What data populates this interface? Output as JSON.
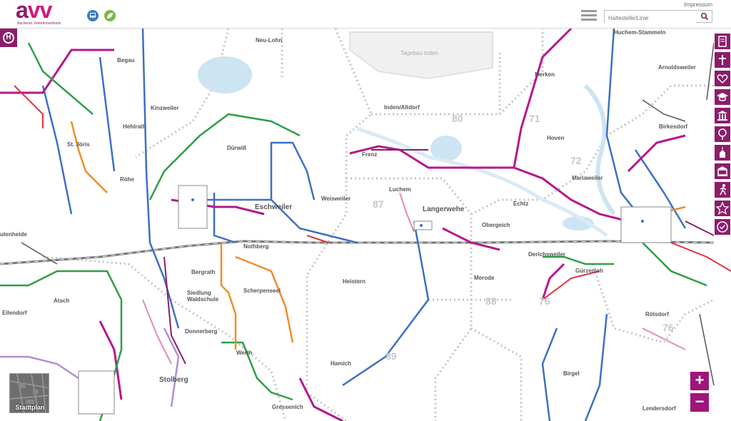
{
  "header": {
    "logo_text_a": "a",
    "logo_text_vv": "vv",
    "logo_subtitle": "Aachener Verkehrsverbund",
    "impressum": "Impressum",
    "search_placeholder": "Haltestelle/Linie"
  },
  "map": {
    "places": [
      {
        "name": "Neu-Lohn",
        "big": false
      },
      {
        "name": "Begau",
        "big": false
      },
      {
        "name": "Kinzweiler",
        "big": false
      },
      {
        "name": "Hehlrath",
        "big": false
      },
      {
        "name": "St. Jöris",
        "big": false
      },
      {
        "name": "Dürwiß",
        "big": false
      },
      {
        "name": "Röhe",
        "big": false
      },
      {
        "name": "Eschweiler",
        "big": true
      },
      {
        "name": "Weisweiler",
        "big": false
      },
      {
        "name": "Inden/Altdorf",
        "big": false
      },
      {
        "name": "Frenz",
        "big": false
      },
      {
        "name": "Luchem",
        "big": false
      },
      {
        "name": "Langerwehe",
        "big": true
      },
      {
        "name": "Echtz",
        "big": false
      },
      {
        "name": "Obergeich",
        "big": false
      },
      {
        "name": "Merken",
        "big": false
      },
      {
        "name": "Hoven",
        "big": false
      },
      {
        "name": "Mariaweiler",
        "big": false
      },
      {
        "name": "Huchem-Stammeln",
        "big": false
      },
      {
        "name": "Arnoldsweiler",
        "big": false
      },
      {
        "name": "Birkesdorf",
        "big": false
      },
      {
        "name": "Derichsweiler",
        "big": false
      },
      {
        "name": "Gürzenich",
        "big": false
      },
      {
        "name": "Rölsdorf",
        "big": false
      },
      {
        "name": "Lendersdorf",
        "big": false
      },
      {
        "name": "Birgel",
        "big": false
      },
      {
        "name": "Merode",
        "big": false
      },
      {
        "name": "Heistern",
        "big": false
      },
      {
        "name": "Hamich",
        "big": false
      },
      {
        "name": "Gressenich",
        "big": false
      },
      {
        "name": "Werth",
        "big": false
      },
      {
        "name": "Scherpenseel",
        "big": false
      },
      {
        "name": "Nothberg",
        "big": false
      },
      {
        "name": "Bergrath",
        "big": false
      },
      {
        "name": "Siedlung Waldschule",
        "big": false
      },
      {
        "name": "Donnerberg",
        "big": false
      },
      {
        "name": "Stolberg",
        "big": true
      },
      {
        "name": "Atsch",
        "big": false
      },
      {
        "name": "Eilendorf",
        "big": false
      },
      {
        "name": "utenheide",
        "big": false
      },
      {
        "name": "Tagebau Inden",
        "big": false
      }
    ],
    "zones": [
      "80",
      "71",
      "72",
      "87",
      "88",
      "76",
      "76",
      "89"
    ]
  },
  "toolbar": {
    "items": [
      "document-icon",
      "cross-icon",
      "heart-icon",
      "graduation-icon",
      "museum-icon",
      "tree-icon",
      "church-icon",
      "bank-icon",
      "runner-icon",
      "star-icon",
      "check-icon"
    ]
  },
  "controls": {
    "zoom_in": "+",
    "zoom_out": "−",
    "stadtplan": "Stadtplan",
    "h_pin": "H"
  }
}
